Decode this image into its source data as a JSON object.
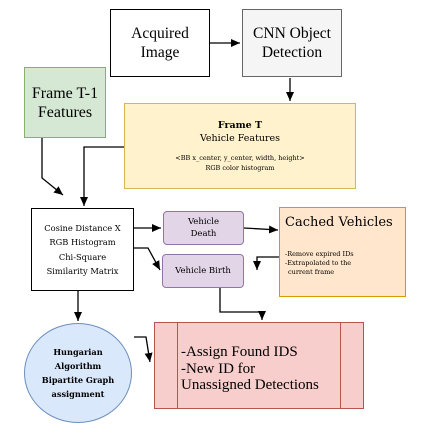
{
  "nodes": {
    "acquired_image": "Acquired\nImage",
    "cnn_detection": "CNN Object\nDetection",
    "frame_prev": "Frame T-1\nFeatures",
    "frame_t": {
      "title": "Frame T",
      "subtitle": "Vehicle Features",
      "line1": "<BB x_center, y_center, width, height>",
      "line2": "RGB color histogram"
    },
    "similarity": {
      "line1": "Cosine Distance X",
      "line2": "RGB Histogram",
      "line3": "Chi-Square",
      "line4": "Similarity Matrix"
    },
    "vehicle_death": "Vehicle\nDeath",
    "vehicle_birth": "Vehicle Birth",
    "cached": {
      "title": "Cached Vehicles",
      "line1": "-Remove expired IDs",
      "line2": "-Extrapolated to the",
      "line3": "current frame"
    },
    "hungarian": {
      "line1": "Hungarian",
      "line2": "Algorithm",
      "line3": "Bipartite Graph",
      "line4": "assignment"
    },
    "assign": {
      "line1": "-Assign Found IDS",
      "line2": "-New ID for",
      "line3": "Unassigned Detections"
    }
  },
  "colors": {
    "frame_prev_fill": "#d5e8d4",
    "frame_prev_border": "#82b366",
    "frame_t_fill": "#fff2cc",
    "frame_t_border": "#d6b656",
    "cached_fill": "#ffe6cc",
    "cached_border": "#d79b00",
    "purple_fill": "#e1d5e7",
    "purple_border": "#9673a6",
    "cnn_fill": "#f5f5f5",
    "hungarian_fill": "#dae8fc",
    "hungarian_border": "#6c8ebf",
    "assign_fill": "#f8cecc",
    "assign_border": "#b85450"
  }
}
